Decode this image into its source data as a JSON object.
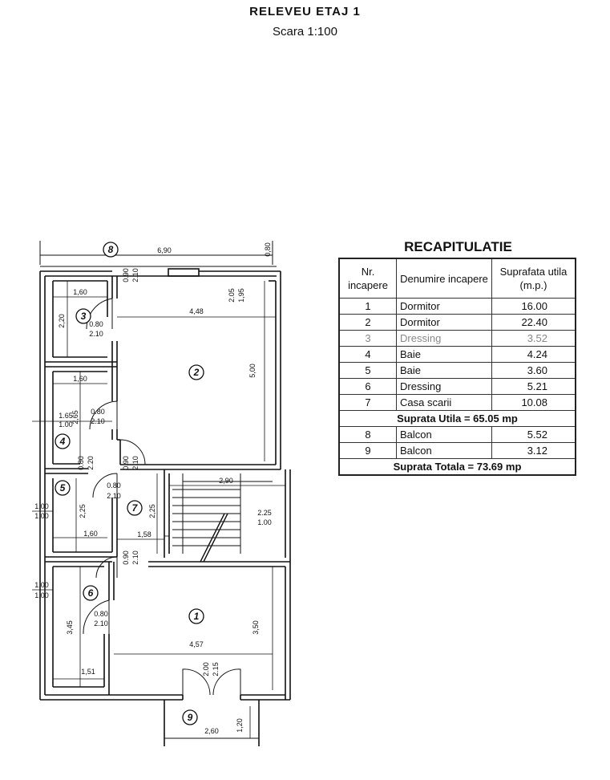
{
  "header": {
    "title": "RELEVEU  ETAJ 1",
    "subtitle": "Scara 1:100"
  },
  "room_markers": {
    "m1": "1",
    "m2": "2",
    "m3": "3",
    "m4": "4",
    "m5": "5",
    "m6": "6",
    "m7": "7",
    "m8": "8",
    "m9": "9"
  },
  "dimensions": {
    "top_width": "6,90",
    "top_depth": "0,80",
    "d090_a": "0.90",
    "d210_a": "2.10",
    "d448": "4,48",
    "d205": "2.05",
    "d195": "1,95",
    "d160_a": "1,60",
    "d220_a": "2,20",
    "d080_a": "0.80",
    "d210_b": "2.10",
    "d500": "5,00",
    "d160_b": "1,60",
    "d165": "1.65",
    "d100_a": "1.00",
    "d265": "2,65",
    "d080_b": "0.80",
    "d210_c": "2.10",
    "d080_c": "0.80",
    "d220_b": "2.20",
    "d090_b": "0.90",
    "d210_d": "2.10",
    "d080_d": "0.80",
    "d210_e": "2.10",
    "d290": "2,90",
    "d225_a": "2,25",
    "d225_b": "2,25",
    "d100_b": "1.00",
    "d100_c": "1.00",
    "d225_c": "2.25",
    "d100_d": "1.00",
    "d160_c": "1,60",
    "d158": "1,58",
    "d090_c": "0.90",
    "d210_f": "2.10",
    "d100_e": "1.00",
    "d100_f": "1.00",
    "d345": "3,45",
    "d080_e": "0.80",
    "d210_g": "2.10",
    "d457": "4,57",
    "d350": "3,50",
    "d151": "1,51",
    "d200": "2.00",
    "d215": "2.15",
    "d260": "2,60",
    "d120": "1,20"
  },
  "recap": {
    "title": "RECAPITULATIE",
    "headers": {
      "nr": "Nr. incapere",
      "name": "Denumire incapere",
      "area": "Suprafata utila   (m.p.)"
    },
    "rows": [
      {
        "nr": "1",
        "name": "Dormitor",
        "area": "16.00"
      },
      {
        "nr": "2",
        "name": "Dormitor",
        "area": "22.40"
      },
      {
        "nr": "3",
        "name": "Dressing",
        "area": "3.52"
      },
      {
        "nr": "4",
        "name": "Baie",
        "area": "4.24"
      },
      {
        "nr": "5",
        "name": "Baie",
        "area": "3.60"
      },
      {
        "nr": "6",
        "name": "Dressing",
        "area": "5.21"
      },
      {
        "nr": "7",
        "name": "Casa scarii",
        "area": "10.08"
      }
    ],
    "subtotal": "Suprata Utila = 65.05 mp",
    "balcony_rows": [
      {
        "nr": "8",
        "name": "Balcon",
        "area": "5.52"
      },
      {
        "nr": "9",
        "name": "Balcon",
        "area": "3.12"
      }
    ],
    "total": "Suprata Totala = 73.69 mp"
  }
}
